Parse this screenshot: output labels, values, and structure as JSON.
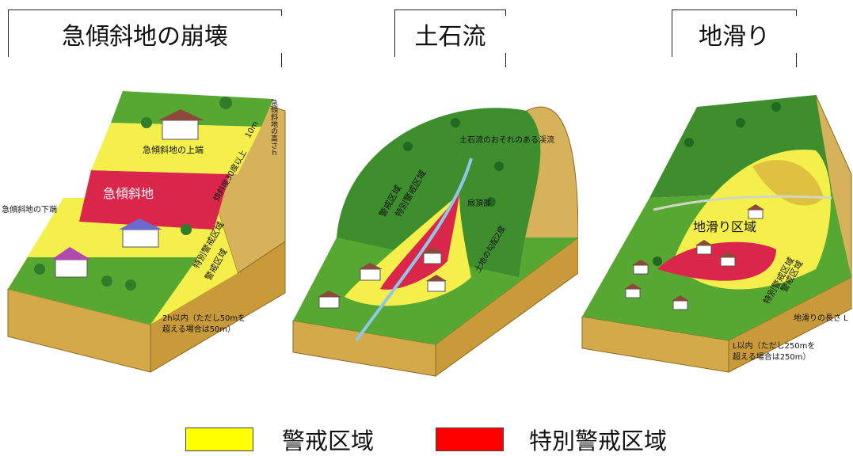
{
  "titles": {
    "steep_slope": "急傾斜地の崩壊",
    "debris_flow": "土石流",
    "landslide": "地滑り"
  },
  "panel1": {
    "upper_end": "急傾斜地の上端",
    "slope": "急傾斜地",
    "lower_end": "急傾斜地の下端",
    "height": "急傾斜地の高さｈ",
    "ten_m": "10m",
    "angle": "傾斜度30度以上",
    "special_zone": "特別警戒区域",
    "warning_zone": "警戒区域",
    "distance_line1": "2h以内（ただし50mを",
    "distance_line2": "超える場合は50m）"
  },
  "panel2": {
    "stream": "土石流のおそれのある渓流",
    "warning_zone": "警戒区域",
    "special_zone": "特別警戒区域",
    "fan_apex": "扇頂部",
    "gradient": "土地の勾配2度"
  },
  "panel3": {
    "area": "地滑り区域",
    "special_zone": "特別警戒区域",
    "warning_zone": "警戒区域",
    "length": "地滑りの長さ L",
    "distance_line1": "L以内（ただし250mを",
    "distance_line2": "超える場合は250m）"
  },
  "legend": {
    "warning": {
      "label": "警戒区域",
      "color": "#ffff00"
    },
    "special": {
      "label": "特別警戒区域",
      "color": "#ff0000"
    }
  },
  "colors": {
    "grass": "#56a832",
    "dark_grass": "#2f7d2a",
    "yellow_zone": "#f4ef4a",
    "red_zone": "#d9264a",
    "soil": "#d4a94a"
  }
}
